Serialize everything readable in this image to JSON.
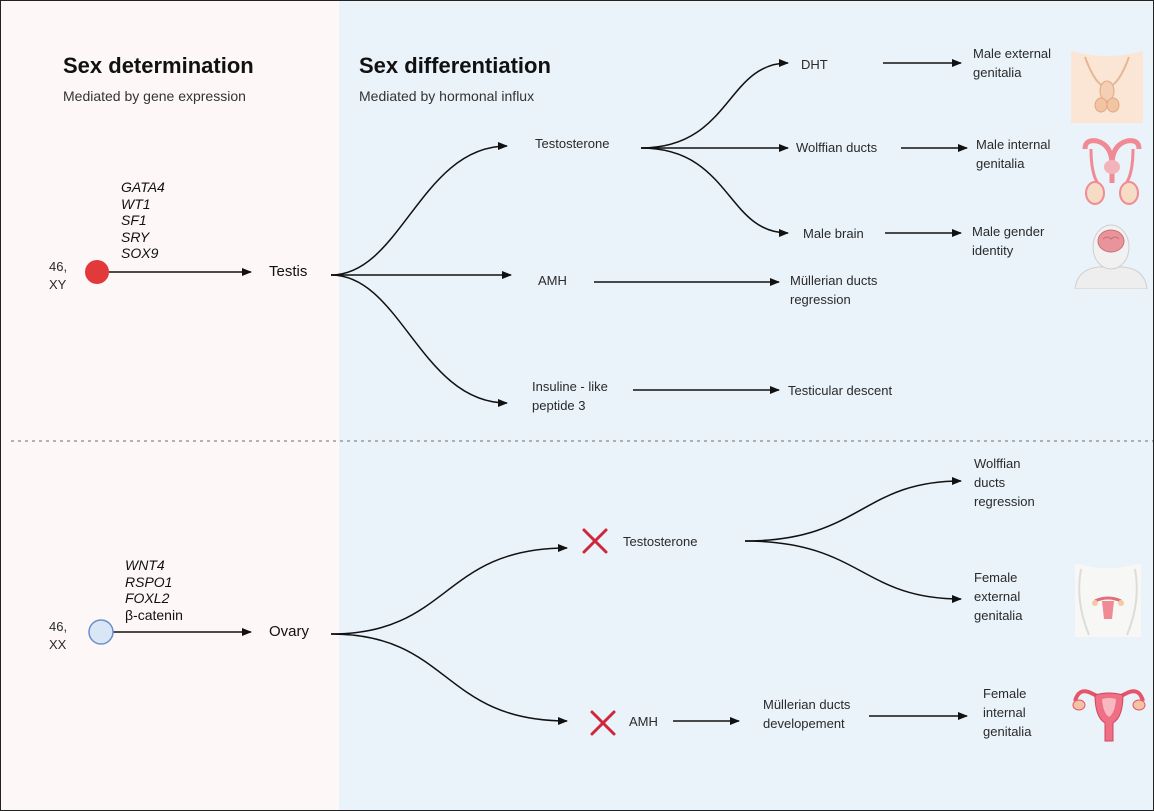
{
  "left_panel": {
    "title": "Sex determination",
    "subtitle": "Mediated by gene expression"
  },
  "right_panel": {
    "title": "Sex differentiation",
    "subtitle": "Mediated by hormonal influx"
  },
  "male": {
    "karyotype": "46,\nXY",
    "genes": [
      "GATA4",
      "WT1",
      "SF1",
      "SRY",
      "SOX9"
    ],
    "gonad": "Testis",
    "hormones": {
      "testosterone": "Testosterone",
      "amh": "AMH",
      "insl3": "Insuline - like\npeptide 3"
    },
    "targets": {
      "dht": "DHT",
      "wolffian": "Wolffian ducts",
      "brain": "Male brain",
      "mullerian_regression": "Müllerian ducts\nregression",
      "testicular_descent": "Testicular descent"
    },
    "outcomes": {
      "external": "Male external\ngenitalia",
      "internal": "Male internal\ngenitalia",
      "identity": "Male gender\nidentity"
    }
  },
  "female": {
    "karyotype": "46,\nXX",
    "genes": [
      {
        "text": "WNT4",
        "italic": true
      },
      {
        "text": "RSPO1",
        "italic": true
      },
      {
        "text": "FOXL2",
        "italic": true
      },
      {
        "text": "β-catenin",
        "italic": false
      }
    ],
    "gonad": "Ovary",
    "hormones": {
      "testosterone": "Testosterone",
      "amh": "AMH"
    },
    "targets": {
      "mullerian_development": "Müllerian ducts\ndevelopement"
    },
    "outcomes": {
      "wolffian_regression": "Wolffian\nducts\nregression",
      "external": "Female\nexternal\ngenitalia",
      "internal": "Female\ninternal\ngenitalia"
    }
  },
  "colors": {
    "xy_circle": "#e23a3a",
    "xx_circle": "#d9e6f6",
    "absent_mark": "#d0263a",
    "right_panel_bg": "#eaf2fa",
    "left_panel_bg": "#fdf8f7"
  },
  "icons": {
    "male_external": "male-pelvis-illustration-icon",
    "male_internal": "male-reproductive-organs-icon",
    "male_identity": "male-head-brain-icon",
    "female_external": "female-pelvis-illustration-icon",
    "female_internal": "uterus-icon",
    "absent": "red-x-icon"
  }
}
